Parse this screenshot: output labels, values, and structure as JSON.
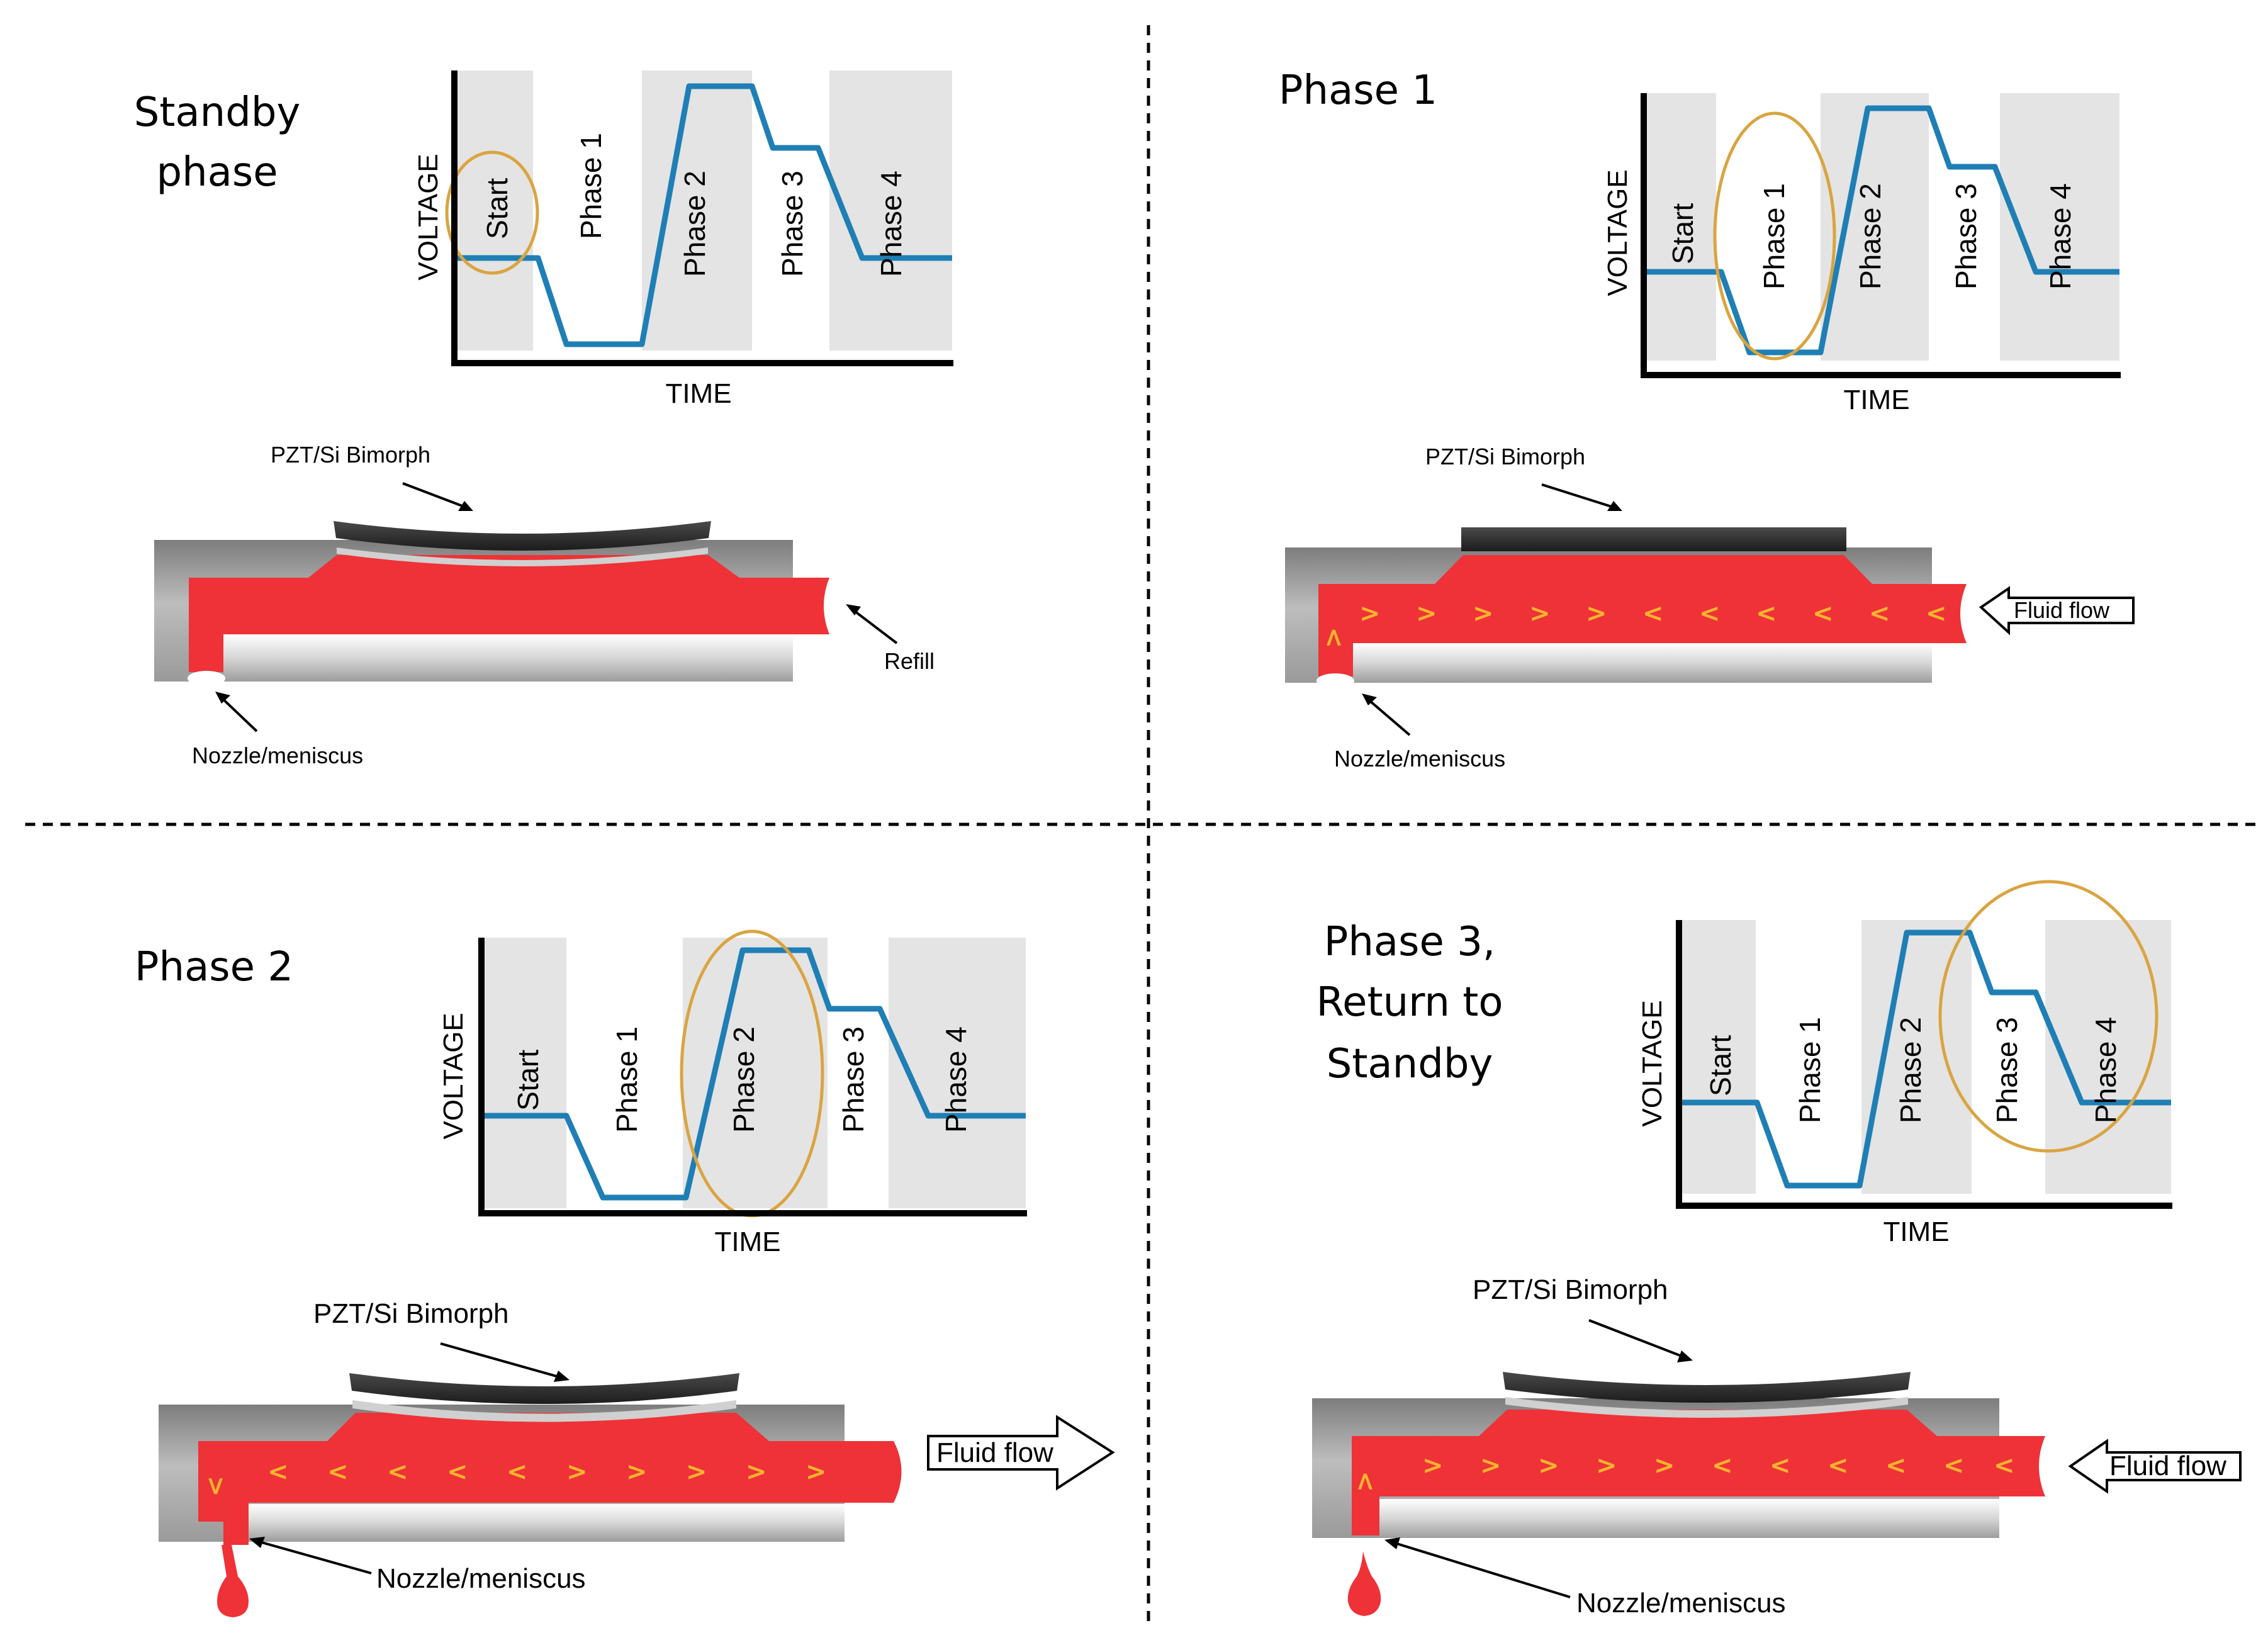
{
  "colors": {
    "fluid": "#ee3237",
    "housing": "#8f8f8f",
    "housing_light": "#e3e3e3",
    "actuator": "#2c2c2c",
    "waveform": "#1f7fb5",
    "highlight_ellipse": "#d9a441",
    "phase_band": "#e4e4e4",
    "flow_arrows": "#f7b32e"
  },
  "panels": [
    {
      "title_lines": [
        "Standby",
        "phase"
      ],
      "waveform": {
        "ylabel": "VOLTAGE",
        "xlabel": "TIME",
        "bands": [
          "Start",
          "Phase 1",
          "Phase 2",
          "Phase 3",
          "Phase 4"
        ],
        "highlight": "Start"
      },
      "bimorph_label": "PZT/Si Bimorph",
      "bimorph_state": "curved",
      "flow_direction": "none",
      "nozzle_label": "Nozzle/meniscus",
      "side_label": "Refill",
      "droplet": false
    },
    {
      "title_lines": [
        "Phase 1"
      ],
      "waveform": {
        "ylabel": "VOLTAGE",
        "xlabel": "TIME",
        "bands": [
          "Start",
          "Phase 1",
          "Phase 2",
          "Phase 3",
          "Phase 4"
        ],
        "highlight": "Phase 1"
      },
      "bimorph_label": "PZT/Si Bimorph",
      "bimorph_state": "flat",
      "flow_direction": "inflow",
      "nozzle_label": "Nozzle/meniscus",
      "side_label": "Fluid flow",
      "droplet": false
    },
    {
      "title_lines": [
        "Phase 2"
      ],
      "waveform": {
        "ylabel": "VOLTAGE",
        "xlabel": "TIME",
        "bands": [
          "Start",
          "Phase 1",
          "Phase 2",
          "Phase 3",
          "Phase 4"
        ],
        "highlight": "Phase 2"
      },
      "bimorph_label": "PZT/Si Bimorph",
      "bimorph_state": "curved",
      "flow_direction": "outflow",
      "nozzle_label": "Nozzle/meniscus",
      "side_label": "Fluid flow",
      "droplet": true
    },
    {
      "title_lines": [
        "Phase 3,",
        "Return to",
        "Standby"
      ],
      "waveform": {
        "ylabel": "VOLTAGE",
        "xlabel": "TIME",
        "bands": [
          "Start",
          "Phase 1",
          "Phase 2",
          "Phase 3",
          "Phase 4"
        ],
        "highlight": "Phase 3 + Phase 4"
      },
      "bimorph_label": "PZT/Si Bimorph",
      "bimorph_state": "curved",
      "flow_direction": "inflow",
      "nozzle_label": "Nozzle/meniscus",
      "side_label": "Fluid flow",
      "droplet": true
    }
  ]
}
